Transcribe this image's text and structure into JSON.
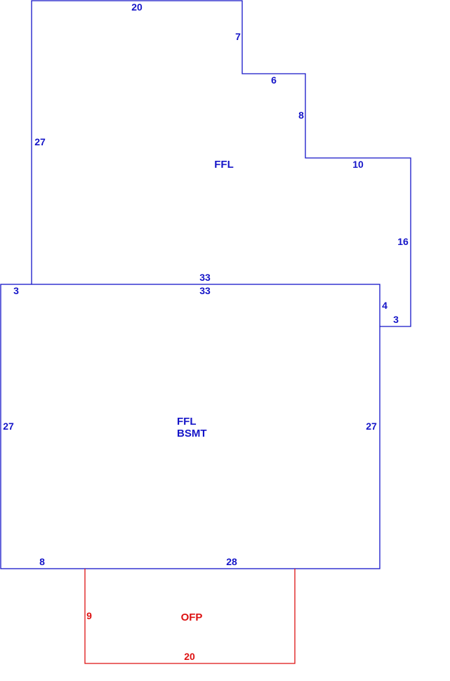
{
  "colors": {
    "main": "#1515c8",
    "porch": "#dd1111",
    "background": "#ffffff"
  },
  "upper_section": {
    "area_label": "FFL",
    "dims": {
      "top": "20",
      "right_step_1": "7",
      "step_1_run": "6",
      "right_step_2": "8",
      "step_2_run": "10",
      "right_side": "16",
      "left_side": "27",
      "bottom": "33"
    }
  },
  "main_section": {
    "area_label_1": "FFL",
    "area_label_2": "BSMT",
    "dims": {
      "top": "33",
      "top_left_offset": "3",
      "right_offset_vertical": "4",
      "right_offset_horizontal": "3",
      "left_side": "27",
      "right_side": "27",
      "bottom_left": "8",
      "bottom_right": "28"
    }
  },
  "porch_section": {
    "area_label": "OFP",
    "dims": {
      "side": "9",
      "bottom": "20"
    }
  }
}
